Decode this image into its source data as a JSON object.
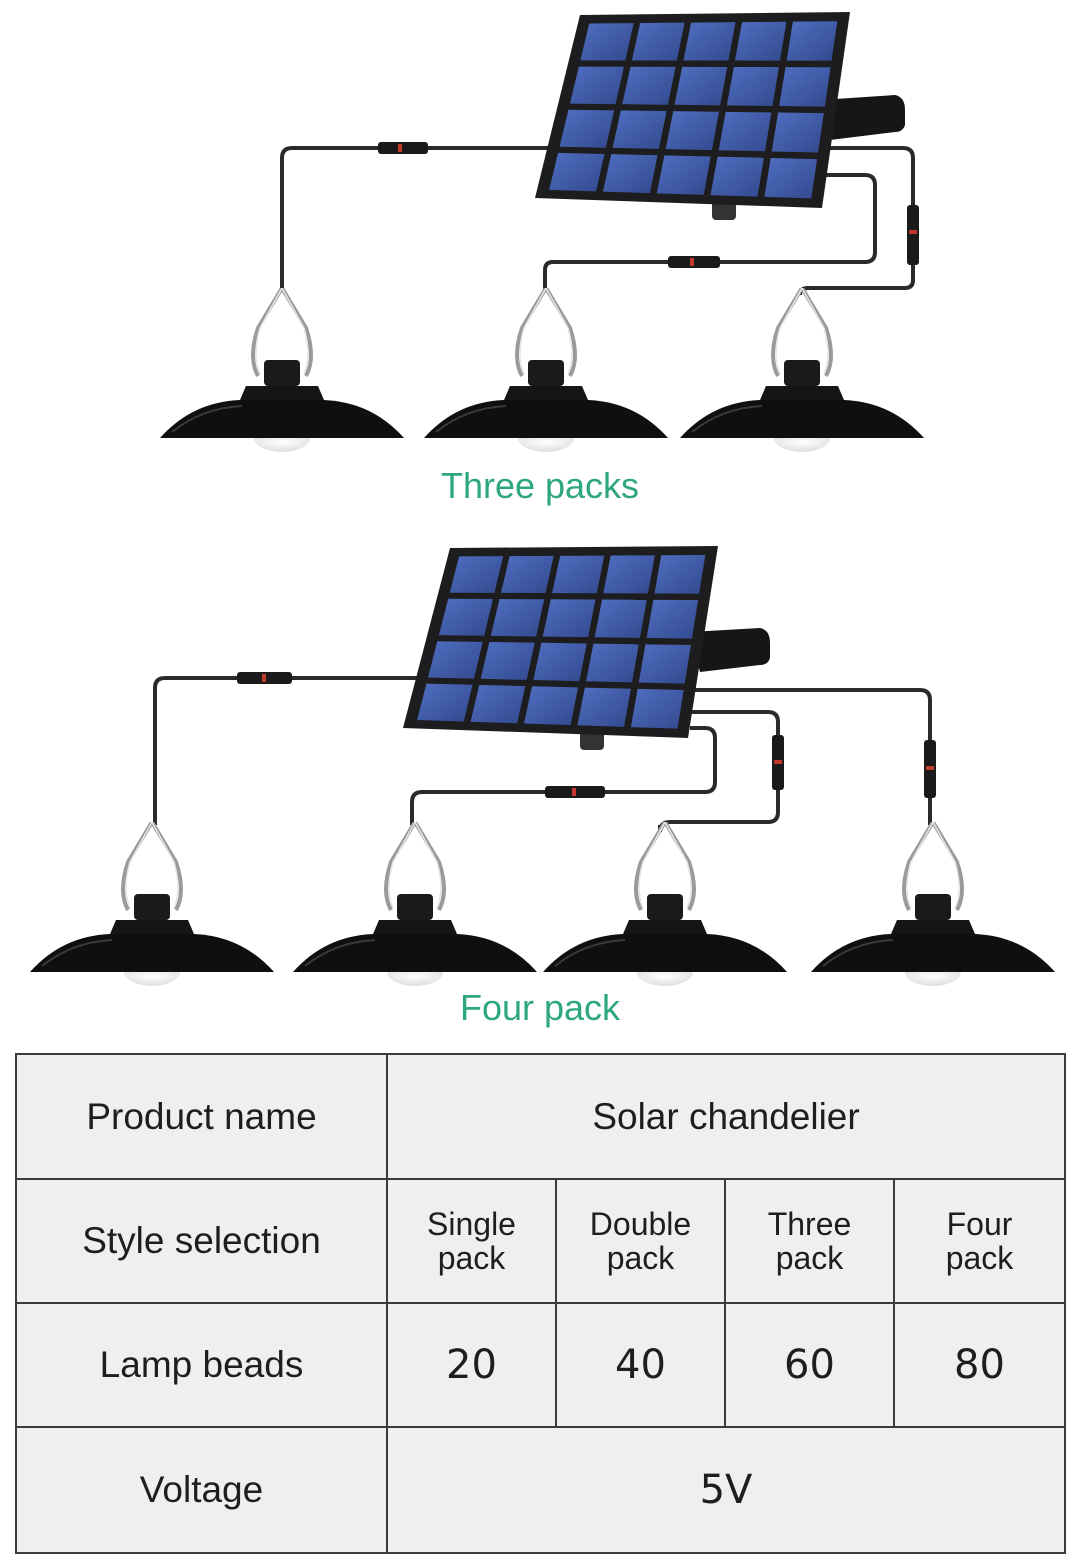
{
  "illustrations": [
    {
      "caption": "Three packs"
    },
    {
      "caption": "Four pack"
    }
  ],
  "colors": {
    "caption": "#2ea77f",
    "panel_cell": "#3f5fae",
    "panel_frame": "#1d1d1f",
    "lamp_shade": "#111111",
    "table_bg": "#efeff0",
    "table_border": "#3b3b3b"
  },
  "table": {
    "product_name": {
      "label": "Product name",
      "value": "Solar chandelier"
    },
    "style_selection": {
      "label": "Style selection",
      "options": [
        {
          "line1": "Single",
          "line2": "pack"
        },
        {
          "line1": "Double",
          "line2": "pack"
        },
        {
          "line1": "Three",
          "line2": "pack"
        },
        {
          "line1": "Four",
          "line2": "pack"
        }
      ]
    },
    "lamp_beads": {
      "label": "Lamp beads",
      "values": [
        "20",
        "40",
        "60",
        "80"
      ]
    },
    "voltage": {
      "label": "Voltage",
      "value": "5V"
    }
  }
}
